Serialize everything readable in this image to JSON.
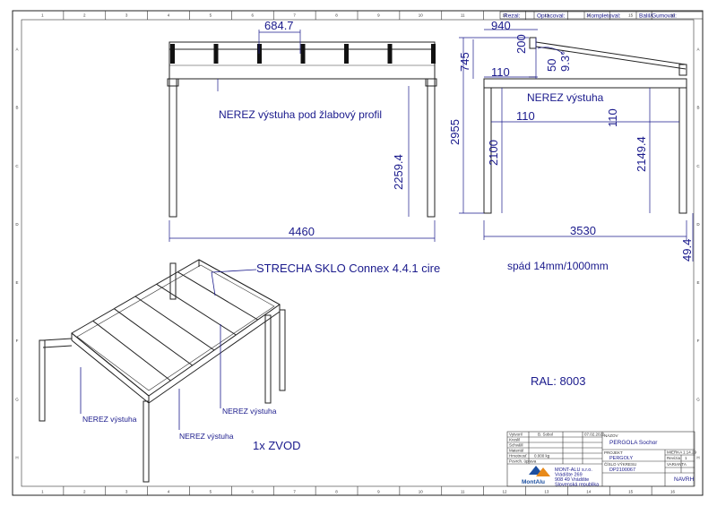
{
  "frame": {
    "col_numbers": [
      "1",
      "2",
      "3",
      "4",
      "5",
      "6",
      "7",
      "8",
      "9",
      "10",
      "11",
      "12",
      "13",
      "14",
      "15",
      "16"
    ],
    "row_letters": [
      "A",
      "B",
      "C",
      "D",
      "E",
      "F",
      "G",
      "H"
    ]
  },
  "header_labels": {
    "rezal": "Rezal:",
    "opracoval": "Opracoval:",
    "kompletoval": "Kompletoval:",
    "balil": "Balil/Gumoval:"
  },
  "front_view": {
    "dim_width": "684.7",
    "dim_height": "2259.4",
    "dim_total": "4460",
    "note": "NEREZ výstuha pod žlabový profil"
  },
  "side_view": {
    "dim_940": "940",
    "dim_200": "200",
    "dim_745": "745",
    "dim_110_top": "110",
    "dim_50": "50",
    "dim_angle": "9.3°",
    "dim_2955": "2955",
    "dim_110_mid": "110",
    "dim_110_right": "110",
    "dim_2100": "2100",
    "dim_2149": "2149.4",
    "dim_3530": "3530",
    "dim_49": "49.4",
    "note": "NEREZ výstuha",
    "slope": "spád 14mm/1000mm"
  },
  "iso_view": {
    "roof_label": "STRECHA SKLO Connex 4.4.1 cire",
    "note1": "NEREZ výstuha",
    "note2": "NEREZ výstuha",
    "note3": "NEREZ výstuha",
    "drain": "1x ZVOD"
  },
  "ral": "RAL: 8003",
  "title_block": {
    "nazov_label": "NÁZOV",
    "nazov_value": "PERGOLA Sochor",
    "projekt_label": "PROJEKT",
    "projekt_value": "PERGOLY",
    "cislo_label": "ČÍSLO VÝKRESU",
    "cislo_value": "DP2100067",
    "mierka_label": "MIERKA",
    "mierka_value": "1:14.29",
    "revizia_label": "Revízia",
    "revizia_value": "1",
    "varianta_label": "VARIANTA",
    "varianta_value": "NAVRH",
    "company_line1": "MONT-ALU s.r.o.",
    "company_line2": "Vrádište 269",
    "company_line3": "908 49 Vrádište",
    "company_line4": "Slovenská republika",
    "logo_text": "MontAlu",
    "hmotnost": "0.000 kg",
    "row_labels": [
      "Vytvoril",
      "Kreslil",
      "Schválil",
      "Materiál",
      "Hmotnosť",
      "Povrch. úprava"
    ],
    "created_by": "B. Sobol",
    "date": "07.02.2022"
  },
  "colors": {
    "ink": "#1a1a8c",
    "line": "#222222",
    "logo_blue": "#1c4fa0",
    "logo_orange": "#e88a1a"
  }
}
